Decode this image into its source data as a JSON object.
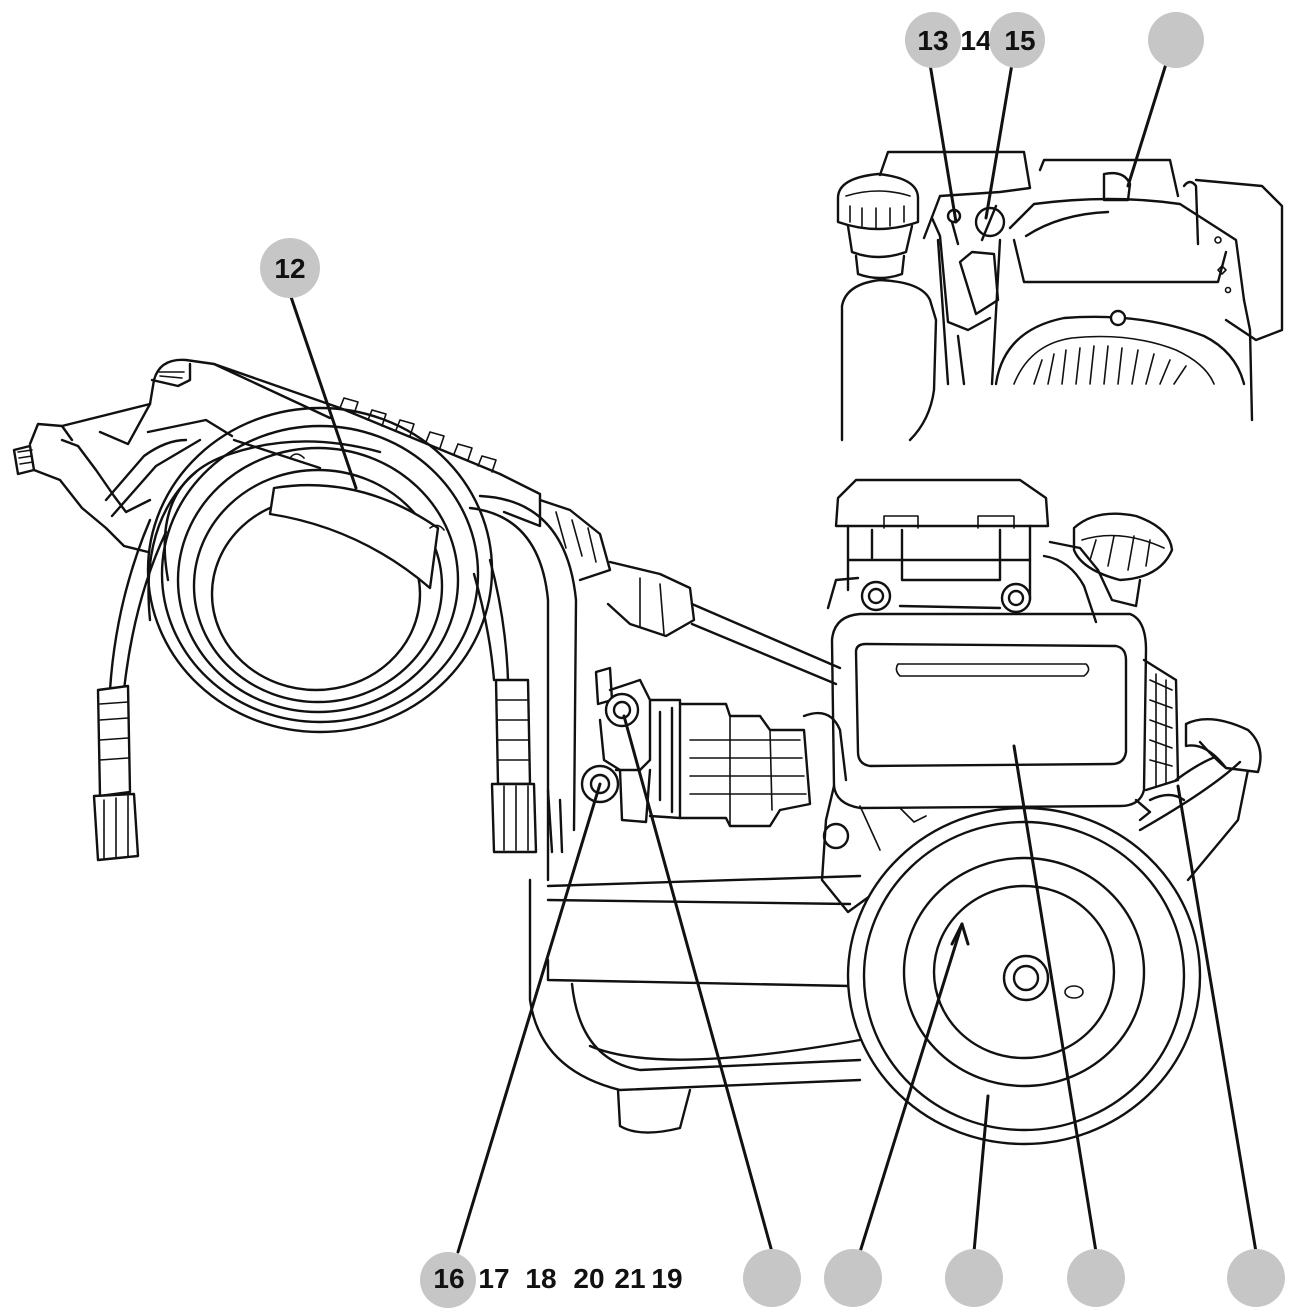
{
  "callouts": {
    "c12": "12",
    "c13": "13",
    "c14": "14",
    "c15": "15",
    "c16": "16",
    "c17": "17",
    "c18": "18",
    "c20": "20",
    "c21": "21",
    "c19": "19"
  },
  "colors": {
    "line": "#111111",
    "callout_fill": "#c6c6c6",
    "background": "#ffffff"
  }
}
